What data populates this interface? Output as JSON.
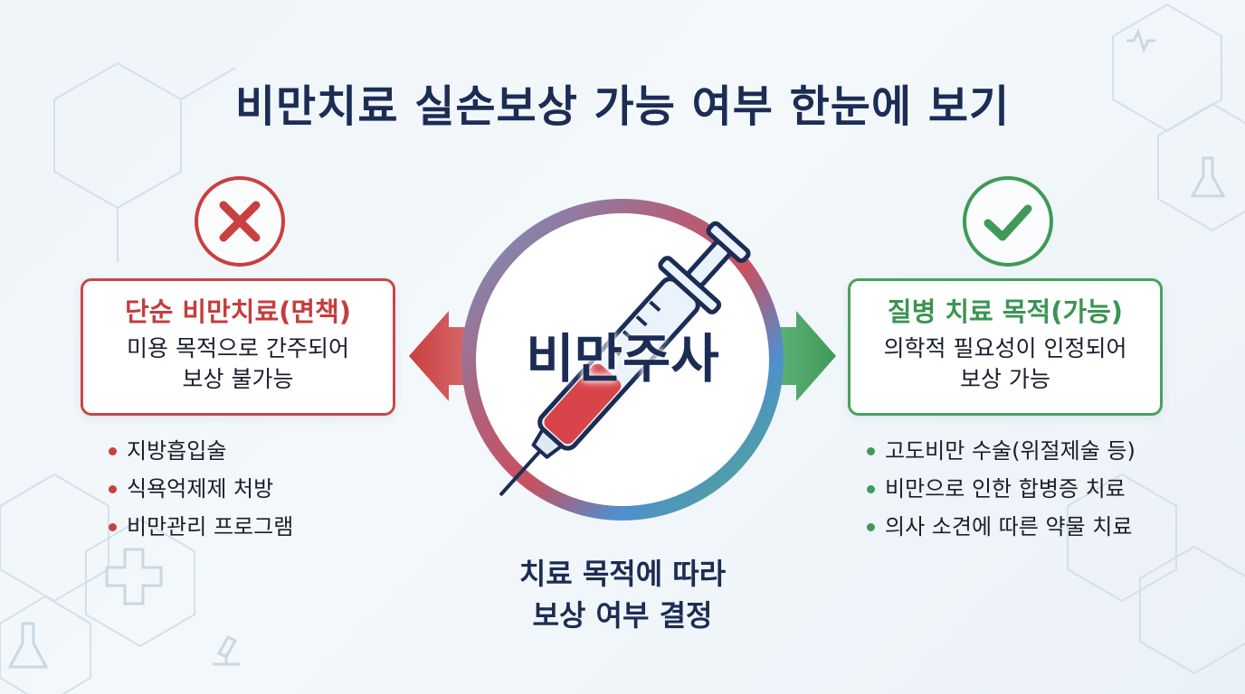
{
  "title": "비만치료 실손보상 가능 여부 한눈에 보기",
  "center": {
    "label": "비만주사",
    "caption": "치료 목적에 따라\n보상 여부 결정"
  },
  "left": {
    "icon": "x-icon",
    "color": "#c8403f",
    "heading": "단순 비만치료(면책)",
    "description": "미용 목적으로 간주되어\n보상 불가능",
    "items": [
      "지방흡입술",
      "식욕억제제 처방",
      "비만관리 프로그램"
    ]
  },
  "right": {
    "icon": "check-icon",
    "color": "#3f9a57",
    "heading": "질병 치료 목적(가능)",
    "description": "의학적 필요성이 인정되어\n보상 가능",
    "items": [
      "고도비만 수술(위절제술 등)",
      "비만으로 인한 합병증 치료",
      "의사 소견에 따른 약물 치료"
    ]
  },
  "colors": {
    "navy": "#1b2d55",
    "red": "#c8403f",
    "green": "#3f9a57",
    "blue": "#4f8fd0"
  }
}
